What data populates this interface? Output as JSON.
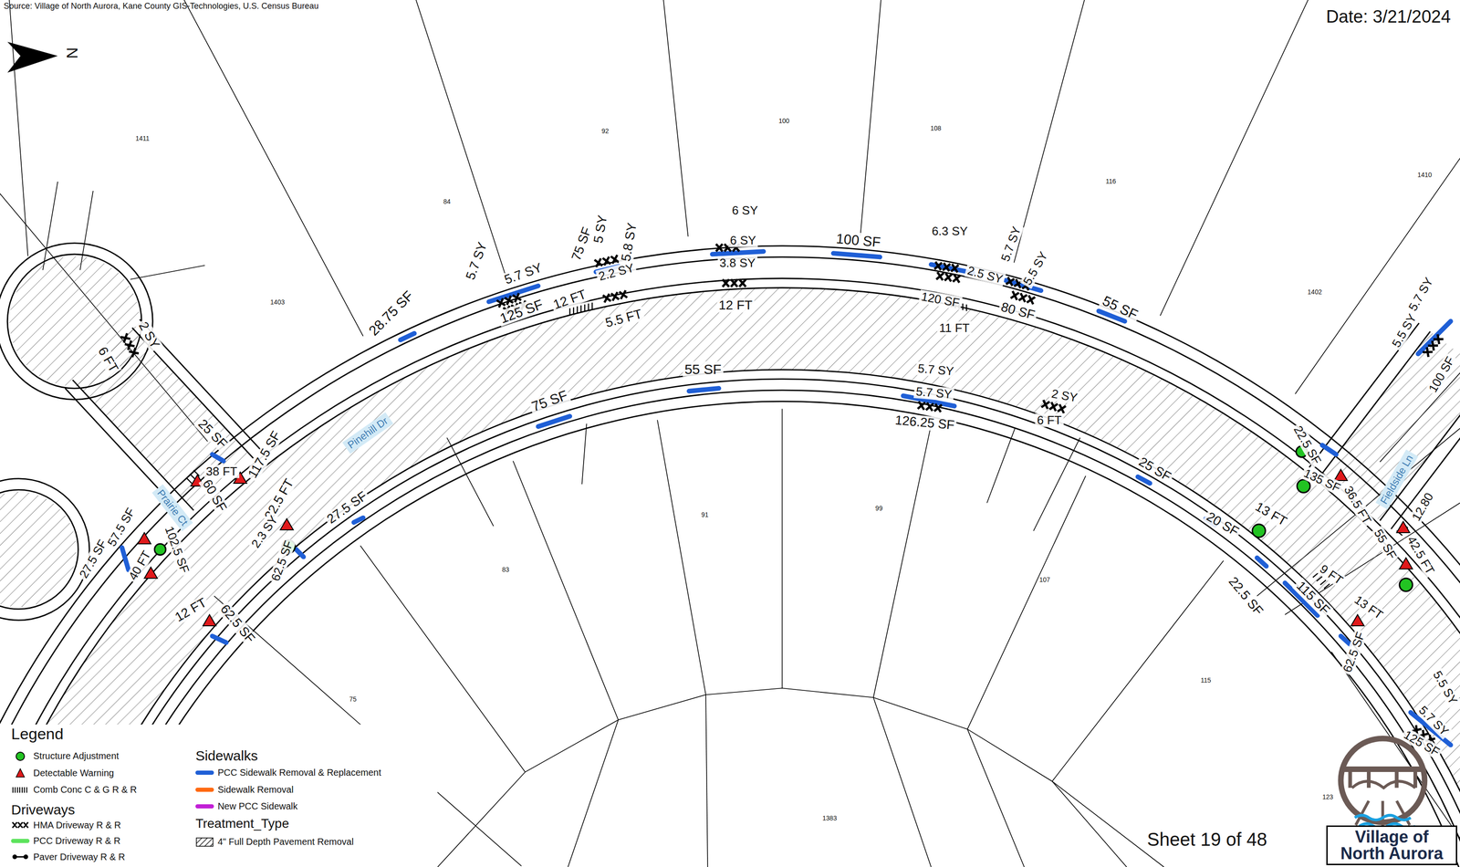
{
  "diagram": {
    "nodes": [
      {
        "text": [
          "Prairie Ct"
        ]
      },
      {
        "text": [
          "Pinehill Dr"
        ]
      },
      {
        "text": [
          "Fieldside Ln"
        ]
      },
      {
        "text": [
          "Village of North Aurora"
        ]
      }
    ],
    "labels": [
      "Source: Village of North Aurora, Kane County GIS-Technologies, U.S. Census Bureau",
      "Date: 3/21/2024",
      "N",
      "1411",
      "92",
      "100",
      "108",
      "116",
      "1410",
      "84",
      "1403",
      "1402",
      "91",
      "99",
      "83",
      "107",
      "75",
      "115",
      "1383",
      "123",
      "2 SY",
      "6 FT",
      "25 SF",
      "117.5 SF",
      "38 FT",
      "60 SF",
      "28.75 SF",
      "5.7 SY",
      "5.7 SY",
      "125 SF",
      "75 SF",
      "5 SY",
      "5.8 SY",
      "2.2 SY",
      "12 FT",
      "5.5 FT",
      "6 SY",
      "6 SY",
      "3.8 SY",
      "12 FT",
      "100 SF",
      "6.3 SY",
      "2.5 SY",
      "120 SF",
      "11 FT",
      "5.7 SY",
      "5.5 SY",
      "80 SF",
      "55 SF",
      "5.7 SY",
      "5.5 SY",
      "100 SF",
      "75 SF",
      "55 SF",
      "5.7 SY",
      "5.7 SY",
      "126.25 SF",
      "2 SY",
      "6 FT",
      "25 SF",
      "22.5 SF",
      "135 SF",
      "36.5 FT",
      "12.80",
      "42.5 FT",
      "55 SF",
      "13 FT",
      "20 SF",
      "22.5 SF",
      "115 SF",
      "9 FT",
      "13 FT",
      "62.5 SF",
      "5.5 SY",
      "5.7 SY",
      "125 SF",
      "22.5 FT",
      "2.3 SY",
      "62.5 SF",
      "27.5 SF",
      "12 FT",
      "62.5 SF",
      "27.5 SF",
      "57.5 SF",
      "102.5 SF",
      "40 FT",
      "Legend",
      "Driveways",
      "Sidewalks",
      "Treatment_Type",
      "Sheet 19 of 48"
    ],
    "legend": [
      {
        "text": "Structure Adjustment"
      },
      {
        "text": "Detectable Warning"
      },
      {
        "text": "Comb Conc C & G R & R"
      },
      {
        "text": "HMA Driveway R & R"
      },
      {
        "text": "PCC Driveway R & R",
        "color": "#5ee35e"
      },
      {
        "text": "Paver Driveway  R & R"
      },
      {
        "text": "PCC Sidewalk Removal & Replacement",
        "color": "#1f5fd6"
      },
      {
        "text": "Sidewalk Removal",
        "color": "#ff6a13"
      },
      {
        "text": "New PCC Sidewalk",
        "color": "#c21fd6"
      },
      {
        "text": "4\" Full Depth Pavement Removal"
      }
    ]
  }
}
